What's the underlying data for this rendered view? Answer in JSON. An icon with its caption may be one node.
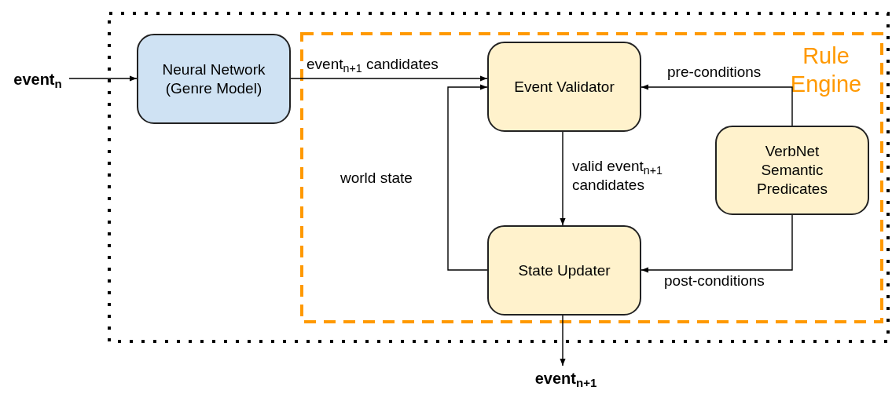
{
  "diagram": {
    "nodes": [
      {
        "text": [],
        "shape": "box"
      },
      {
        "text": [
          "event$_{n}$"
        ]
      },
      {
        "text": [
          "Neural Network (Genre Model)"
        ],
        "in": 0
      },
      {
        "text": [
          "Rule Engine"
        ],
        "in": 0
      },
      {
        "text": [
          "Event Validator"
        ],
        "in": 3
      },
      {
        "text": [
          "VerbNet Semantic Predicates"
        ],
        "in": 3
      },
      {
        "text": [
          "State Updater"
        ],
        "in": 3
      },
      {
        "text": [
          "event$_{n+1}$"
        ]
      }
    ],
    "edges": [
      {
        "from": 1,
        "to": 2,
        "arrow": "to"
      },
      {
        "from": 2,
        "to": 4,
        "arrow": "to",
        "label": "event$_{n+1}$ candidates"
      },
      {
        "from": 6,
        "to": 4,
        "arrow": "to",
        "label": "world state"
      },
      {
        "from": 4,
        "to": 6,
        "arrow": "to",
        "label": "valid event$_{n+1}$ candidates"
      },
      {
        "from": 5,
        "to": 4,
        "arrow": "to",
        "label": "pre-conditions"
      },
      {
        "from": 5,
        "to": 6,
        "arrow": "to",
        "label": "post-conditions"
      },
      {
        "from": 6,
        "to": 7,
        "arrow": "to"
      }
    ]
  }
}
